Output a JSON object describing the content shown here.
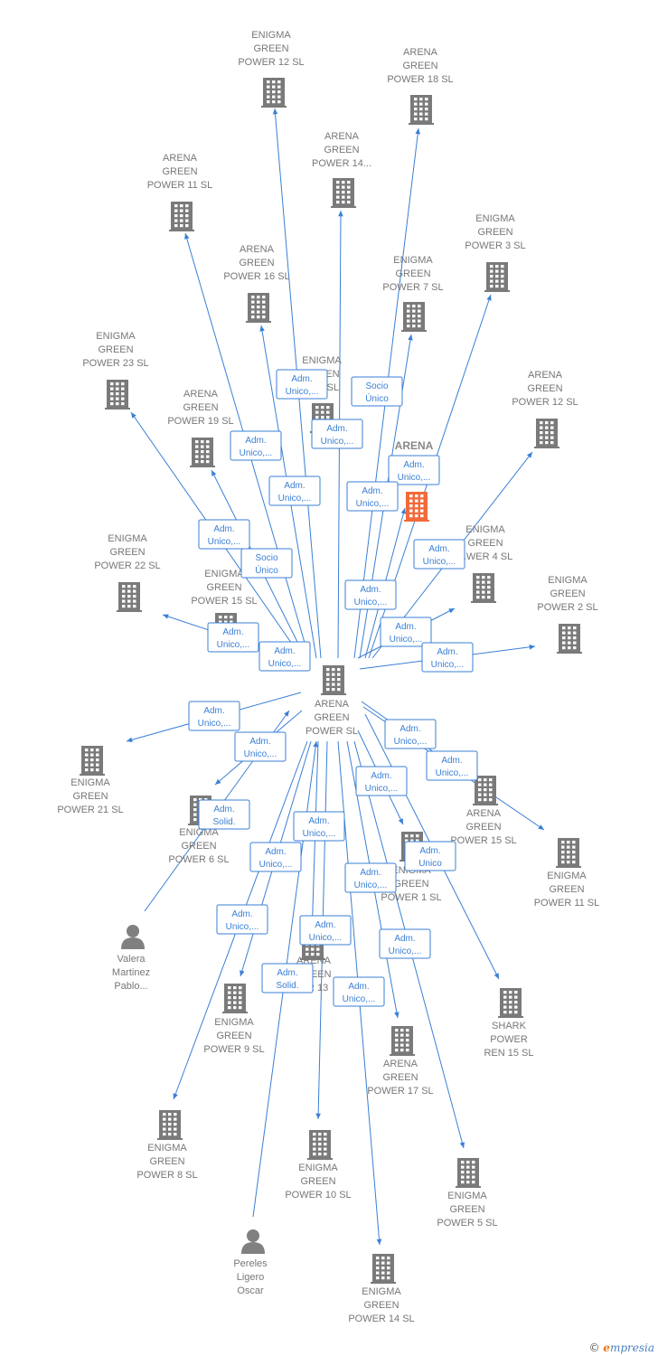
{
  "colors": {
    "edge": "#3a7fd5",
    "building": "#7a7a7a",
    "highlight": "#f26a3a",
    "person": "#808080"
  },
  "center": {
    "lines": [
      "ARENA",
      "GREEN",
      "POWER  SL"
    ]
  },
  "nodes": [
    {
      "id": "ep12",
      "type": "company",
      "lines": [
        "ENIGMA",
        "GREEN",
        "POWER 12  SL"
      ]
    },
    {
      "id": "ap18",
      "type": "company",
      "lines": [
        "ARENA",
        "GREEN",
        "POWER 18  SL"
      ]
    },
    {
      "id": "ap14",
      "type": "company",
      "lines": [
        "ARENA",
        "GREEN",
        "POWER 14..."
      ]
    },
    {
      "id": "ap11",
      "type": "company",
      "lines": [
        "ARENA",
        "GREEN",
        "POWER 11  SL"
      ]
    },
    {
      "id": "ep3",
      "type": "company",
      "lines": [
        "ENIGMA",
        "GREEN",
        "POWER 3  SL"
      ]
    },
    {
      "id": "ap16",
      "type": "company",
      "lines": [
        "ARENA",
        "GREEN",
        "POWER 16  SL"
      ]
    },
    {
      "id": "ep7",
      "type": "company",
      "lines": [
        "ENIGMA",
        "GREEN",
        "POWER 7  SL"
      ]
    },
    {
      "id": "ep23",
      "type": "company",
      "lines": [
        "ENIGMA",
        "GREEN",
        "POWER 23  SL"
      ]
    },
    {
      "id": "ap13top",
      "type": "company",
      "lines": [
        "ENIGMA",
        "GREEN",
        "...13  SL"
      ]
    },
    {
      "id": "ap12",
      "type": "company",
      "lines": [
        "ARENA",
        "GREEN",
        "POWER 12  SL"
      ]
    },
    {
      "id": "ap19",
      "type": "company",
      "lines": [
        "ARENA",
        "GREEN",
        "POWER 19  SL"
      ]
    },
    {
      "id": "ahl",
      "type": "highlight",
      "lines": [
        "ARENA"
      ]
    },
    {
      "id": "ep22",
      "type": "company",
      "lines": [
        "ENIGMA",
        "GREEN",
        "POWER 22  SL"
      ]
    },
    {
      "id": "ep4",
      "type": "company",
      "lines": [
        "ENIGMA",
        "GREEN",
        "...WER 4  SL"
      ]
    },
    {
      "id": "ep15",
      "type": "company",
      "lines": [
        "ENIGMA",
        "GREEN",
        "POWER 15  SL"
      ]
    },
    {
      "id": "ep2",
      "type": "company",
      "lines": [
        "ENIGMA",
        "GREEN",
        "POWER 2  SL"
      ]
    },
    {
      "id": "ep21",
      "type": "company",
      "lines": [
        "ENIGMA",
        "GREEN",
        "POWER 21  SL"
      ]
    },
    {
      "id": "ep6",
      "type": "company",
      "lines": [
        "ENIGMA",
        "GREEN",
        "POWER 6  SL"
      ]
    },
    {
      "id": "ap15",
      "type": "company",
      "lines": [
        "ARENA",
        "GREEN",
        "POWER 15  SL"
      ]
    },
    {
      "id": "ep11",
      "type": "company",
      "lines": [
        "ENIGMA",
        "GREEN",
        "POWER 11  SL"
      ]
    },
    {
      "id": "ep1",
      "type": "company",
      "lines": [
        "ENIGMA",
        "GREEN",
        "POWER 1  SL"
      ]
    },
    {
      "id": "valera",
      "type": "person",
      "lines": [
        "Valera",
        "Martinez",
        "Pablo..."
      ]
    },
    {
      "id": "shark",
      "type": "company",
      "lines": [
        "SHARK",
        "POWER",
        "REN 15  SL"
      ]
    },
    {
      "id": "ap13",
      "type": "company",
      "lines": [
        "ARENA",
        "GREEN",
        "...R 13"
      ]
    },
    {
      "id": "ep9",
      "type": "company",
      "lines": [
        "ENIGMA",
        "GREEN",
        "POWER 9  SL"
      ]
    },
    {
      "id": "ap17",
      "type": "company",
      "lines": [
        "ARENA",
        "GREEN",
        "POWER 17  SL"
      ]
    },
    {
      "id": "ep8",
      "type": "company",
      "lines": [
        "ENIGMA",
        "GREEN",
        "POWER 8  SL"
      ]
    },
    {
      "id": "ep10",
      "type": "company",
      "lines": [
        "ENIGMA",
        "GREEN",
        "POWER 10  SL"
      ]
    },
    {
      "id": "ep5",
      "type": "company",
      "lines": [
        "ENIGMA",
        "GREEN",
        "POWER 5  SL"
      ]
    },
    {
      "id": "pereles",
      "type": "person",
      "lines": [
        "Pereles",
        "Ligero",
        "Oscar"
      ]
    },
    {
      "id": "ep14",
      "type": "company",
      "lines": [
        "ENIGMA",
        "GREEN",
        "POWER 14  SL"
      ]
    }
  ],
  "edges": [
    {
      "to": "ep12",
      "role": [
        "Adm.",
        "Unico,..."
      ]
    },
    {
      "to": "ap18",
      "role": [
        "Socio",
        "Único"
      ]
    },
    {
      "to": "ap14",
      "role": [
        "Adm.",
        "Unico,..."
      ]
    },
    {
      "to": "ap11",
      "role": [
        "Adm.",
        "Unico,..."
      ]
    },
    {
      "to": "ep3",
      "role": [
        "Adm.",
        "Unico,..."
      ]
    },
    {
      "to": "ap16",
      "role": [
        "Adm.",
        "Unico,..."
      ]
    },
    {
      "to": "ep7",
      "role": [
        "Adm.",
        "Unico,..."
      ]
    },
    {
      "to": "ep23",
      "role": [
        "Adm.",
        "Unico,..."
      ]
    },
    {
      "to": "ap19",
      "role": [
        "Socio",
        "Único"
      ]
    },
    {
      "to": "ahl",
      "role": [
        "Adm.",
        "Unico,..."
      ]
    },
    {
      "to": "ap12",
      "role": [
        "Adm.",
        "Unico,..."
      ]
    },
    {
      "to": "ep22",
      "role": [
        "Adm.",
        "Unico,..."
      ]
    },
    {
      "to": "ep15",
      "role": [
        "Adm.",
        "Unico,..."
      ]
    },
    {
      "to": "ep4",
      "role": [
        "Adm.",
        "Unico,..."
      ]
    },
    {
      "to": "ep2",
      "role": [
        "Adm.",
        "Unico,..."
      ]
    },
    {
      "to": "ep21",
      "role": [
        "Adm.",
        "Unico,..."
      ]
    },
    {
      "to": "ep6",
      "role": [
        "Adm.",
        "Unico,..."
      ]
    },
    {
      "to": "valera",
      "role": [
        "Adm.",
        "Solid."
      ]
    },
    {
      "to": "ap15",
      "role": [
        "Adm.",
        "Unico,..."
      ]
    },
    {
      "to": "ep11",
      "role": [
        "Adm.",
        "Unico,..."
      ]
    },
    {
      "to": "ep1",
      "role": [
        "Adm.",
        "Unico,..."
      ]
    },
    {
      "to": "shark",
      "role": [
        "Adm.",
        "Unico"
      ]
    },
    {
      "to": "ap13",
      "role": [
        "Adm.",
        "Unico,..."
      ]
    },
    {
      "to": "ep9",
      "role": [
        "Adm.",
        "Unico,..."
      ]
    },
    {
      "to": "ap17",
      "role": [
        "Adm.",
        "Unico,..."
      ]
    },
    {
      "to": "ep8",
      "role": [
        "Adm.",
        "Unico,..."
      ]
    },
    {
      "to": "ep10",
      "role": [
        "Adm.",
        "Unico,..."
      ]
    },
    {
      "to": "ep5",
      "role": [
        "Adm.",
        "Unico,..."
      ]
    },
    {
      "to": "pereles",
      "role": [
        "Adm.",
        "Solid."
      ]
    },
    {
      "to": "ep14",
      "role": [
        "Adm.",
        "Unico,..."
      ]
    }
  ],
  "brand": {
    "copyright": "©",
    "initial": "e",
    "rest": "mpresia"
  }
}
